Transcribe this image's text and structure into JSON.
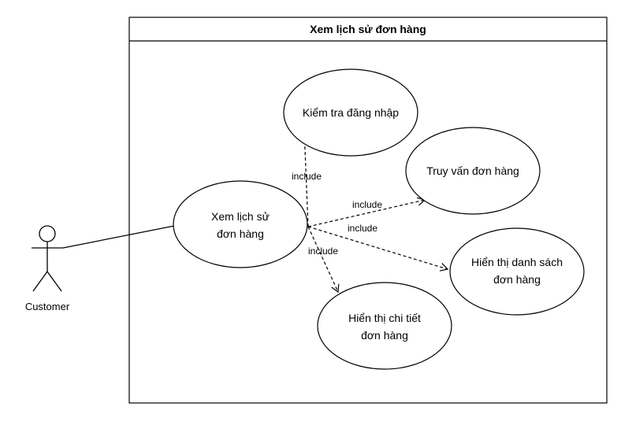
{
  "diagram": {
    "system_title": "Xem lịch sử đơn hàng",
    "actor": {
      "name": "Customer"
    },
    "use_cases": {
      "main": [
        "Xem lịch sử",
        "đơn hàng"
      ],
      "login_check": [
        "Kiểm tra đăng nhập"
      ],
      "query_orders": [
        "Truy vấn đơn hàng"
      ],
      "show_list": [
        "Hiển thị danh sách",
        "đơn hàng"
      ],
      "show_detail": [
        "Hiển thị chi tiết",
        "đơn hàng"
      ]
    },
    "relations": {
      "to_login_check": "include",
      "to_query_orders": "include",
      "to_show_list": "include",
      "to_show_detail": "include"
    },
    "colors": {
      "stroke": "#000000",
      "background": "#ffffff"
    }
  }
}
